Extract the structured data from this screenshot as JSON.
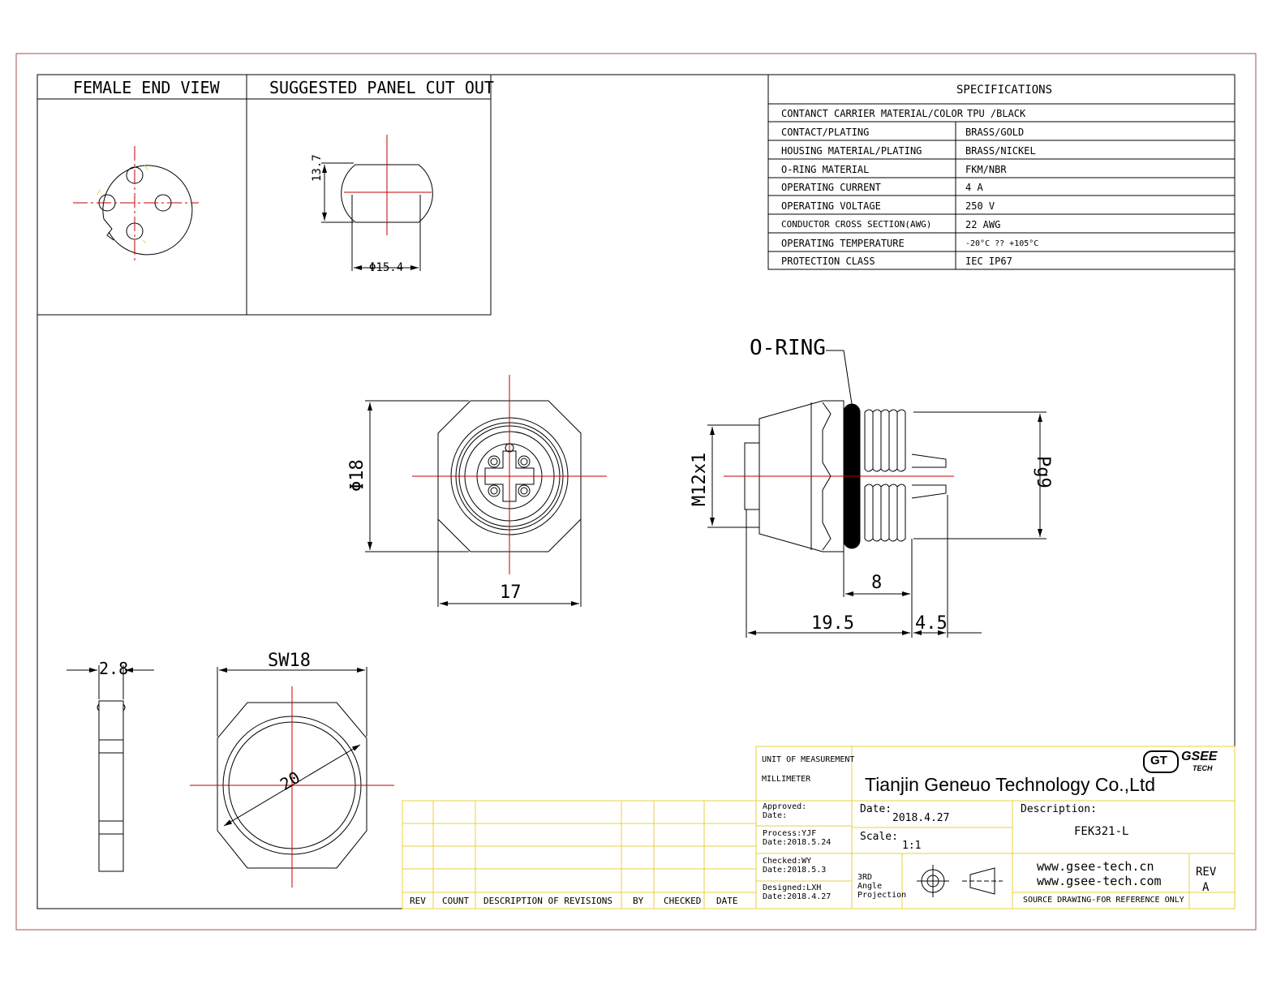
{
  "views": {
    "female_end_view": "FEMALE END VIEW",
    "panel_cut_out": "SUGGESTED PANEL CUT OUT"
  },
  "specifications": {
    "title": "SPECIFICATIONS",
    "rows": [
      {
        "key": "CONTANCT CARRIER MATERIAL/COLOR",
        "value": "TPU /BLACK"
      },
      {
        "key": "CONTACT/PLATING",
        "value": "BRASS/GOLD"
      },
      {
        "key": "HOUSING MATERIAL/PLATING",
        "value": "BRASS/NICKEL"
      },
      {
        "key": "O-RING MATERIAL",
        "value": "FKM/NBR"
      },
      {
        "key": "OPERATING CURRENT",
        "value": "4 A"
      },
      {
        "key": "OPERATING VOLTAGE",
        "value": "250 V"
      },
      {
        "key": "CONDUCTOR CROSS SECTION(AWG)",
        "value": "22 AWG"
      },
      {
        "key": "OPERATING TEMPERATURE",
        "value": "-20°C ?? +105°C"
      },
      {
        "key": "PROTECTION CLASS",
        "value": "IEC IP67"
      }
    ]
  },
  "dimensions": {
    "panel_height": "13.7",
    "panel_dia": "Φ15.4",
    "front_dia": "Φ18",
    "front_width": "17",
    "thread": "M12x1",
    "pg": "Pg9",
    "oring_len": "8",
    "total_len": "19.5",
    "pin_len": "4.5",
    "nut_thick": "2.8",
    "nut_sw": "SW18",
    "nut_dia": "20"
  },
  "labels": {
    "oring": "O-RING"
  },
  "title_block": {
    "unit_label": "UNIT OF MEASUREMENT",
    "unit_value": "MILLIMETER",
    "company": "Tianjin Geneuo Technology Co.,Ltd",
    "logo_gt": "GT",
    "logo_gsee": "GSEE",
    "logo_tech": "TECH",
    "approved_label": "Approved:",
    "approved_date": "Date:",
    "process_label": "Process:YJF",
    "process_date": "Date:2018.5.24",
    "checked_label": "Checked:WY",
    "checked_date": "Date:2018.5.3",
    "designed_label": "Designed:LXH",
    "designed_date": "Date:2018.4.27",
    "date_label": "Date:",
    "date_value": "2018.4.27",
    "scale_label": "Scale:",
    "scale_value": "1:1",
    "description_label": "Description:",
    "description_value": "FEK321-L",
    "projection": "3RD Angle Projection",
    "web1": "www.gsee-tech.cn",
    "web2": "www.gsee-tech.com",
    "rev_label": "REV",
    "rev_value": "A",
    "source_note": "SOURCE DRAWING-FOR REFERENCE ONLY"
  },
  "revisions": {
    "headers": [
      "REV",
      "COUNT",
      "DESCRIPTION OF REVISIONS",
      "BY",
      "CHECKED",
      "DATE"
    ]
  }
}
